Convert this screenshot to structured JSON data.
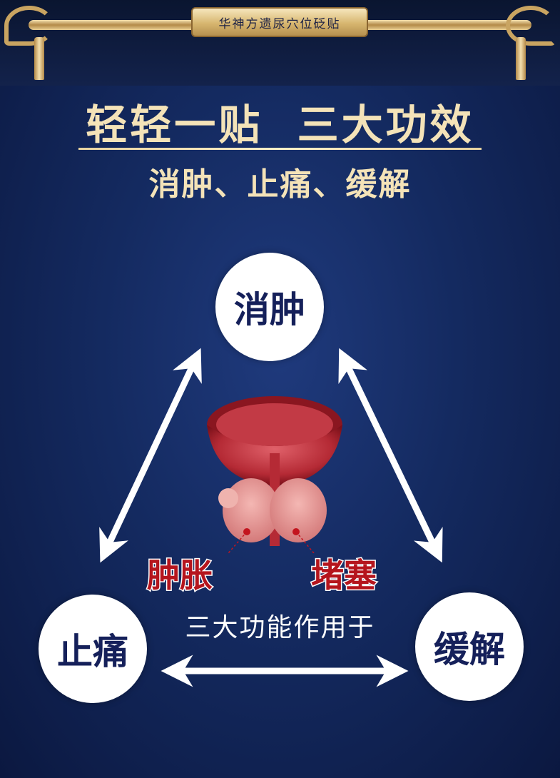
{
  "header": {
    "brand": "华神方遗尿穴位砭贴"
  },
  "headline": "轻轻一贴  三大功效",
  "subheadline": "消肿、止痛、缓解",
  "effects": {
    "top": "消肿",
    "left": "止痛",
    "right": "缓解"
  },
  "organ_labels": {
    "swelling": "肿胀",
    "blockage": "堵塞"
  },
  "caption": "三大功能作用于",
  "colors": {
    "background": "#142a60",
    "gold": "#f4e3b8",
    "circle_text": "#15205a",
    "label_red": "#b5151d"
  }
}
